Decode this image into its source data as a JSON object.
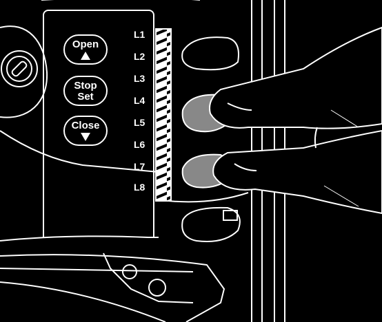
{
  "buttons": {
    "open_label": "Open",
    "stop_label_line1": "Stop",
    "stop_label_line2": "Set",
    "close_label": "Close"
  },
  "led_labels": [
    "L1",
    "L2",
    "L3",
    "L4",
    "L5",
    "L6",
    "L7",
    "L8"
  ],
  "colors": {
    "background": "#000000",
    "line": "#ffffff",
    "pressed_button": "#888888"
  },
  "icons": [
    "key-lock-icon",
    "open-arrow-up-icon",
    "close-arrow-down-icon",
    "finger-icon"
  ]
}
